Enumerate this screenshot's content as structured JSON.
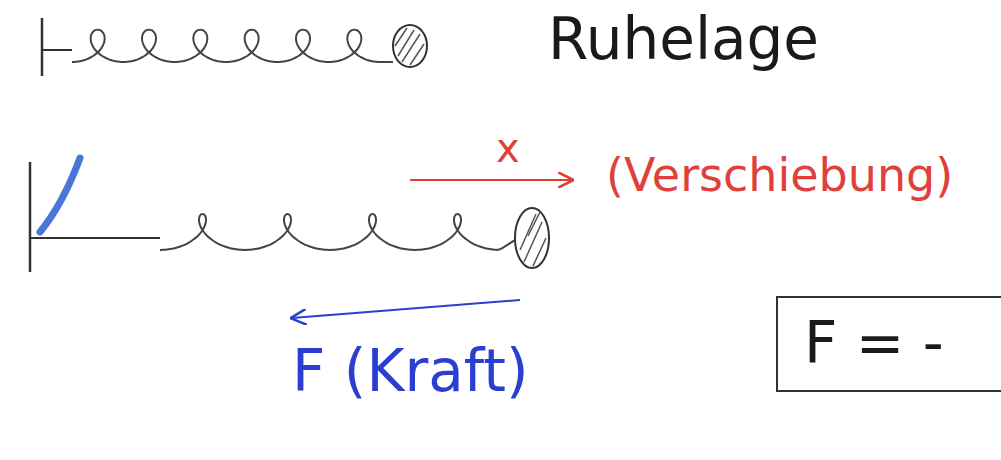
{
  "diagram": {
    "nodes": [
      {
        "text": [
          "F = -"
        ]
      }
    ],
    "labels": [
      "Ruhelage",
      "x",
      "(Verschiebung)",
      "F (Kraft)"
    ]
  }
}
